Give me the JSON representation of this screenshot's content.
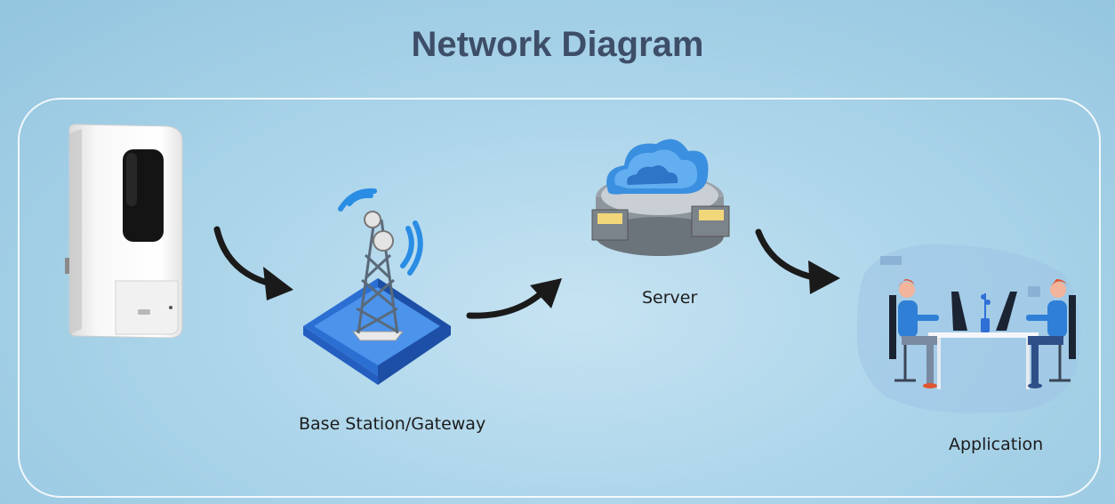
{
  "diagram": {
    "title": "Network Diagram",
    "nodes": [
      {
        "id": "dispenser",
        "label": "",
        "icon": "soap-dispenser-icon"
      },
      {
        "id": "gateway",
        "label": "Base Station/Gateway",
        "icon": "cell-tower-icon"
      },
      {
        "id": "server",
        "label": "Server",
        "icon": "cloud-server-icon"
      },
      {
        "id": "application",
        "label": "Application",
        "icon": "people-at-computers-icon"
      }
    ],
    "edges": [
      {
        "from": "dispenser",
        "to": "gateway"
      },
      {
        "from": "gateway",
        "to": "server"
      },
      {
        "from": "server",
        "to": "application"
      }
    ],
    "colors": {
      "background": "#acd5ea",
      "title": "#3e4e68",
      "arrow": "#1a1a1a",
      "accent_blue": "#2f7fd6",
      "person_orange": "#e0552f"
    }
  }
}
